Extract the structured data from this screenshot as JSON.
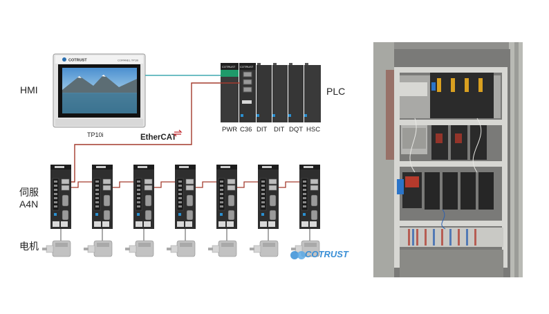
{
  "labels": {
    "hmi": "HMI",
    "plc": "PLC",
    "servo_line1": "伺服",
    "servo_line2": "A4N",
    "motor": "电机"
  },
  "hmi_panel": {
    "model": "TP10i",
    "brand": "COTRUST",
    "screen_caption": "COPANEL TP10i"
  },
  "bus": {
    "name": "EtherCAT",
    "color": "#a33a2c",
    "hmi_link_color": "#3fa9b0"
  },
  "plc_modules": [
    "PWR",
    "C36",
    "DIT",
    "DIT",
    "DQT",
    "HSC"
  ],
  "servo_count": 7,
  "motor_count": 7,
  "watermark": "COTRUST",
  "colors": {
    "module_dark": "#2e2e2e",
    "motor_grey": "#bdbdbd",
    "watermark_blue": "#3a8fd6"
  }
}
